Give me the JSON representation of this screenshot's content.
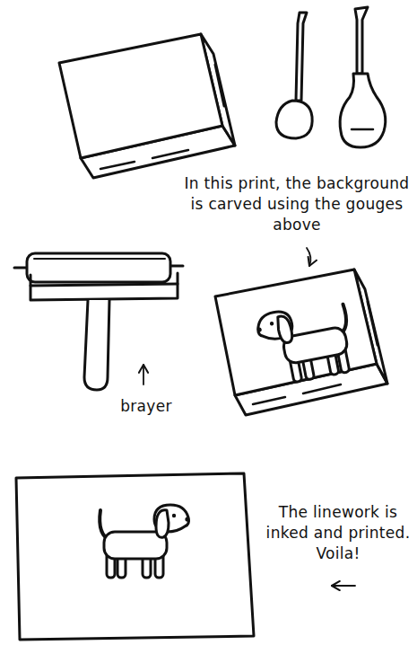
{
  "diagram": {
    "labels": [
      "In this print, the background is carved using the gouges above",
      "brayer",
      "The linework is inked and printed. Voila!"
    ]
  }
}
